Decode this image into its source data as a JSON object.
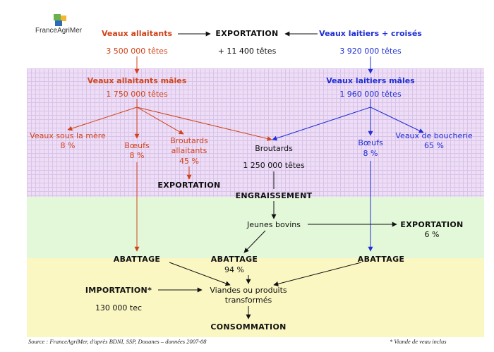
{
  "brand": {
    "name": "FranceAgriMer"
  },
  "colors": {
    "red": "#d0441b",
    "blue": "#1f2fd6"
  },
  "nodes": {
    "veaux_allaitants": "Veaux allaitants",
    "veaux_allaitants_count": "3 500 000 têtes",
    "exportation_top": "EXPORTATION",
    "exportation_top_count": "+ 11 400 têtes",
    "veaux_laitiers": "Veaux laitiers + croisés",
    "veaux_laitiers_count": "3 920 000  têtes",
    "allaitants_males": "Veaux allaitants mâles",
    "allaitants_males_count": "1 750 000 têtes",
    "laitiers_males": "Veaux laitiers mâles",
    "laitiers_males_count": "1  960 000 têtes",
    "sous_la_mere": "Veaux sous la mère",
    "sous_la_mere_pct": "8 %",
    "boeufs_red": "Bœufs",
    "boeufs_red_pct": "8 %",
    "broutards_all_1": "Broutards",
    "broutards_all_2": "allaitants",
    "broutards_all_pct": "45 %",
    "broutards": "Broutards",
    "broutards_count": "1 250 000 têtes",
    "boeufs_blue": "Bœufs",
    "boeufs_blue_pct": "8 %",
    "veaux_boucherie": "Veaux de boucherie",
    "veaux_boucherie_pct": "65 %",
    "exportation_mid": "EXPORTATION",
    "engraissement": "ENGRAISSEMENT",
    "jeunes_bovins": "Jeunes bovins",
    "exportation_right": "EXPORTATION",
    "exportation_right_pct": "6 %",
    "abattage_left": "ABATTAGE",
    "abattage_mid": "ABATTAGE",
    "abattage_mid_pct": "94 %",
    "abattage_right": "ABATTAGE",
    "importation": "IMPORTATION*",
    "importation_count": "130 000 tec",
    "viandes_1": "Viandes ou produits",
    "viandes_2": "transformés",
    "consommation": "CONSOMMATION"
  },
  "footer": {
    "source": "Source : FranceAgriMer, d'après BDNI, SSP, Douanes – données 2007-08",
    "note": "* Viande de veau inclus"
  }
}
